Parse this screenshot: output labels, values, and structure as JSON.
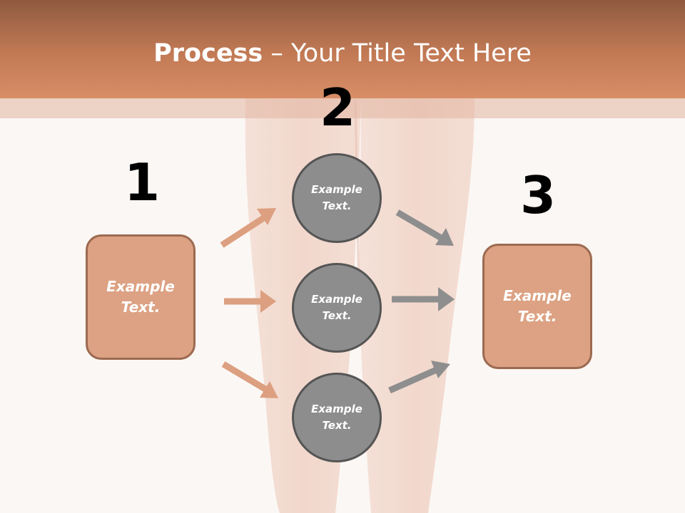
{
  "title": {
    "bold": "Process",
    "rest": " – Your Title Text Here"
  },
  "steps": {
    "one": "1",
    "two": "2",
    "three": "3"
  },
  "left_box": {
    "text": "Example Text."
  },
  "right_box": {
    "text": "Example Text."
  },
  "circles": [
    {
      "text": "Example Text."
    },
    {
      "text": "Example Text."
    },
    {
      "text": "Example Text."
    }
  ],
  "colors": {
    "accent": "#d0845c",
    "box_fill": "#dca283",
    "circle_fill": "#8d8d8d",
    "arrow_left": "#dc9f80",
    "arrow_right": "#8e8e8e"
  }
}
